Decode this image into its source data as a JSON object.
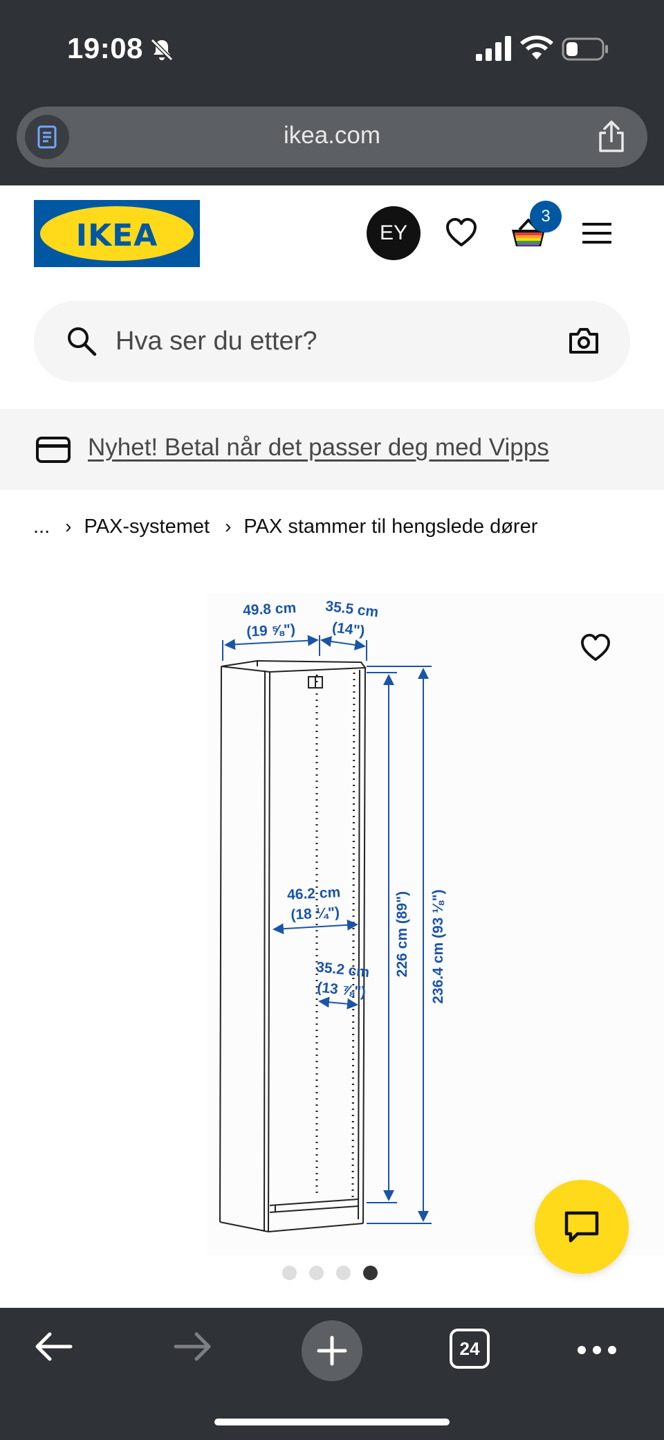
{
  "status_bar": {
    "time": "19:08"
  },
  "browser": {
    "url": "ikea.com"
  },
  "header": {
    "logo_text": "IKEA",
    "avatar_initials": "EY",
    "cart_count": "3"
  },
  "search": {
    "placeholder": "Hva ser du etter?"
  },
  "promo": {
    "text": "Nyhet! Betal når det passer deg med Vipps"
  },
  "breadcrumb": {
    "ellipsis": "...",
    "items": [
      "PAX-systemet",
      "PAX stammer til hengslede dører"
    ]
  },
  "product_image": {
    "dimensions": {
      "width_cm": "49.8 cm",
      "width_in": "(19 ⅝\")",
      "depth_cm": "35.5 cm",
      "depth_in": "(14\")",
      "inner_width_cm": "46.2 cm",
      "inner_width_in": "(18 ¼\")",
      "inner_depth_cm": "35.2 cm",
      "inner_depth_in": "(13 ⅞\")",
      "inner_height": "226 cm (89\")",
      "total_height": "236.4 cm (93 ⅛\")"
    },
    "carousel": {
      "total": 4,
      "active_index": 3
    },
    "drawing_color": "#1a54a8"
  },
  "bottom_bar": {
    "tab_count": "24"
  },
  "colors": {
    "ikea_blue": "#0058a3",
    "ikea_yellow": "#ffda1a",
    "chrome": "#2f3236"
  }
}
